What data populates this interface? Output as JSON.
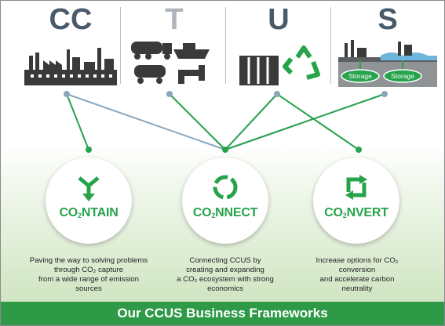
{
  "letters": [
    {
      "text": "CC",
      "color": "#4a5a6b"
    },
    {
      "text": "T",
      "color": "#aeb4b9"
    },
    {
      "text": "U",
      "color": "#4a5a6b"
    },
    {
      "text": "S",
      "color": "#4a5a6b"
    }
  ],
  "storage_labels": [
    "Storage",
    "Storage"
  ],
  "frameworks": [
    {
      "prefix": "CO",
      "subscript": "2",
      "suffix": "NTAIN",
      "description": [
        "Paving the way to solving problems",
        "through CO₂ capture",
        "from a wide range of emission",
        "sources"
      ]
    },
    {
      "prefix": "CO",
      "subscript": "2",
      "suffix": "NNECT",
      "description": [
        "Connecting CCUS by",
        "creating and expanding",
        "a CO₂ ecosystem with strong",
        "economics"
      ]
    },
    {
      "prefix": "CO",
      "subscript": "2",
      "suffix": "NVERT",
      "description": [
        "Increase options for CO₂",
        "conversion",
        "and accelerate carbon",
        "neutrality"
      ]
    }
  ],
  "banner": "Our CCUS Business Frameworks",
  "colors": {
    "green": "#27a34b",
    "slate": "#4a5a6b",
    "link_blue": "#8aa6bc",
    "banner": "#2e9a48"
  }
}
